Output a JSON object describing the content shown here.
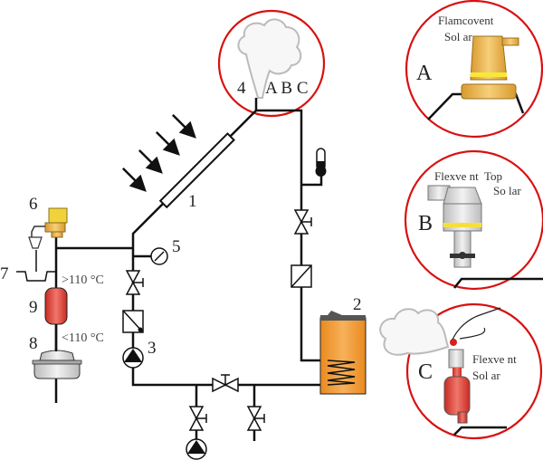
{
  "labels": {
    "collector": "1",
    "tank": "2",
    "pump": "3",
    "vent_point": "4",
    "gauge": "5",
    "safety_valve": "6",
    "drain": "7",
    "expansion_vessel": "8",
    "pre_vessel": "9",
    "detail_ref": "A B C"
  },
  "temperatures": {
    "above": ">110 °C",
    "below": "<110 °C"
  },
  "details": [
    {
      "letter": "A",
      "line1": "Flamcovent",
      "line2": "Sol ar",
      "color": "#e8b24a"
    },
    {
      "letter": "B",
      "line1": "Flexve nt  Top",
      "line2": "So lar",
      "color": "#d9d9d9"
    },
    {
      "letter": "C",
      "line1": "Flexve nt",
      "line2": "Sol ar",
      "color": "#d9342b"
    }
  ],
  "colors": {
    "ring": "#d81010",
    "tank": "#f0932b",
    "vessel": "#d9342b",
    "valve": "#f2c428"
  }
}
